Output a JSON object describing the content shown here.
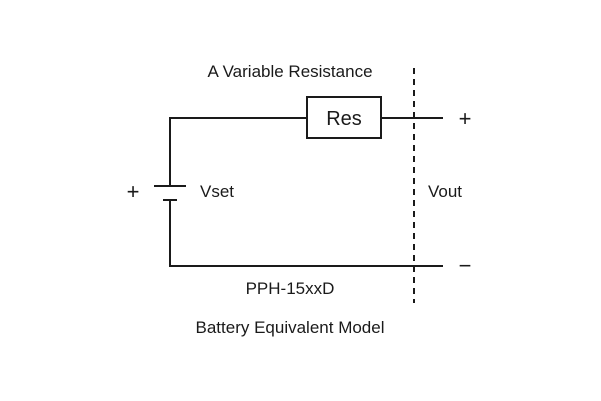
{
  "diagram": {
    "resistance_label": "A Variable Resistance",
    "resistor_label": "Res",
    "source_label": "Vset",
    "source_plus": "+",
    "output_plus": "+",
    "output_label": "Vout",
    "output_minus": "−",
    "model_name": "PPH-15xxD",
    "caption": "Battery Equivalent Model"
  }
}
